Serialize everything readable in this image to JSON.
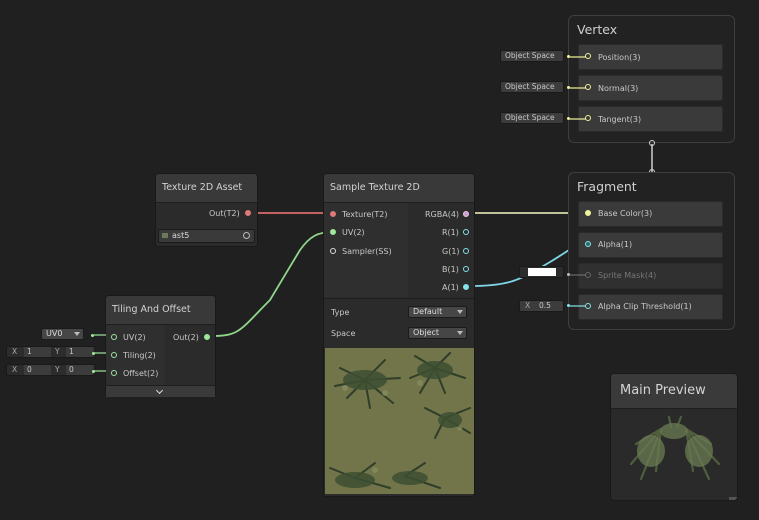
{
  "vertex": {
    "title": "Vertex",
    "slots": [
      {
        "label": "Position(3)",
        "space": "Object Space"
      },
      {
        "label": "Normal(3)",
        "space": "Object Space"
      },
      {
        "label": "Tangent(3)",
        "space": "Object Space"
      }
    ]
  },
  "fragment": {
    "title": "Fragment",
    "slots": {
      "base_color": "Base Color(3)",
      "alpha": "Alpha(1)",
      "sprite_mask": "Sprite Mask(4)",
      "alpha_clip": "Alpha Clip Threshold(1)"
    },
    "alpha_clip_x_label": "X",
    "alpha_clip_value": "0.5"
  },
  "texture_asset": {
    "title": "Texture 2D Asset",
    "output": "Out(T2)",
    "asset_name": "ast5"
  },
  "sample_texture": {
    "title": "Sample Texture 2D",
    "inputs": [
      "Texture(T2)",
      "UV(2)",
      "Sampler(SS)"
    ],
    "outputs": [
      "RGBA(4)",
      "R(1)",
      "G(1)",
      "B(1)",
      "A(1)"
    ],
    "type_label": "Type",
    "type_value": "Default",
    "space_label": "Space",
    "space_value": "Object"
  },
  "tiling": {
    "title": "Tiling And Offset",
    "inputs": [
      "UV(2)",
      "Tiling(2)",
      "Offset(2)"
    ],
    "output": "Out(2)",
    "uv_channel": "UV0",
    "tiling_x_label": "X",
    "tiling_x": "1",
    "tiling_y_label": "Y",
    "tiling_y": "1",
    "offset_x_label": "X",
    "offset_x": "0",
    "offset_y_label": "Y",
    "offset_y": "0"
  },
  "main_preview": {
    "title": "Main Preview"
  },
  "colors": {
    "canvas": "#202020",
    "wire_texture": "#e07a7a",
    "wire_vector2": "#8fd68a",
    "wire_vector4": "#e3e6a8",
    "wire_float": "#7fd4e6",
    "port_vector3": "#f1f39b",
    "port_vector2": "#9ee69b",
    "port_float": "#84e4e7"
  }
}
